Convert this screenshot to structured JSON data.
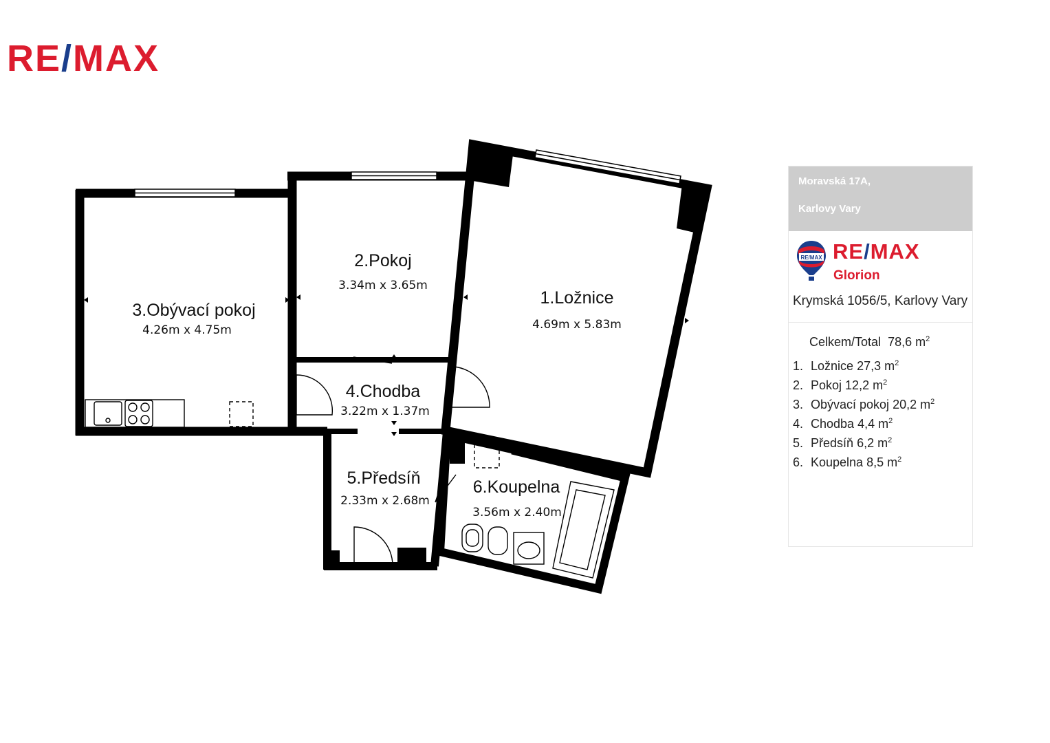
{
  "brand": {
    "logo_text": "RE/MAX",
    "color_red": "#dc1c2e",
    "color_blue": "#1a3e8c"
  },
  "rooms": [
    {
      "id": 1,
      "label": "1.Ložnice",
      "dims": "4.69m x 5.83m"
    },
    {
      "id": 2,
      "label": "2.Pokoj",
      "dims": "3.34m x 3.65m"
    },
    {
      "id": 3,
      "label": "3.Obývací pokoj",
      "dims": "4.26m x 4.75m"
    },
    {
      "id": 4,
      "label": "4.Chodba",
      "dims": "3.22m x 1.37m"
    },
    {
      "id": 5,
      "label": "5.Předsíň",
      "dims": "2.33m x 2.68m"
    },
    {
      "id": 6,
      "label": "6.Koupelna",
      "dims": "3.56m x 2.40m"
    }
  ],
  "panel": {
    "address_line1": "Moravská 17A,",
    "address_line2": "Karlovy Vary",
    "agency_brand": "RE/MAX",
    "agency_name": "Glorion",
    "agency_address": "Krymská 1056/5, Karlovy Vary",
    "total_label": "Celkem/Total",
    "total_value": "78,6 m",
    "unit_sup": "2",
    "areas": [
      {
        "num": "1.",
        "name": "Ložnice",
        "value": "27,3 m"
      },
      {
        "num": "2.",
        "name": "Pokoj",
        "value": "12,2 m"
      },
      {
        "num": "3.",
        "name": "Obývací pokoj",
        "value": "20,2 m"
      },
      {
        "num": "4.",
        "name": "Chodba",
        "value": "4,4 m"
      },
      {
        "num": "5.",
        "name": "Předsíň",
        "value": "6,2 m"
      },
      {
        "num": "6.",
        "name": "Koupelna",
        "value": "8,5 m"
      }
    ]
  }
}
